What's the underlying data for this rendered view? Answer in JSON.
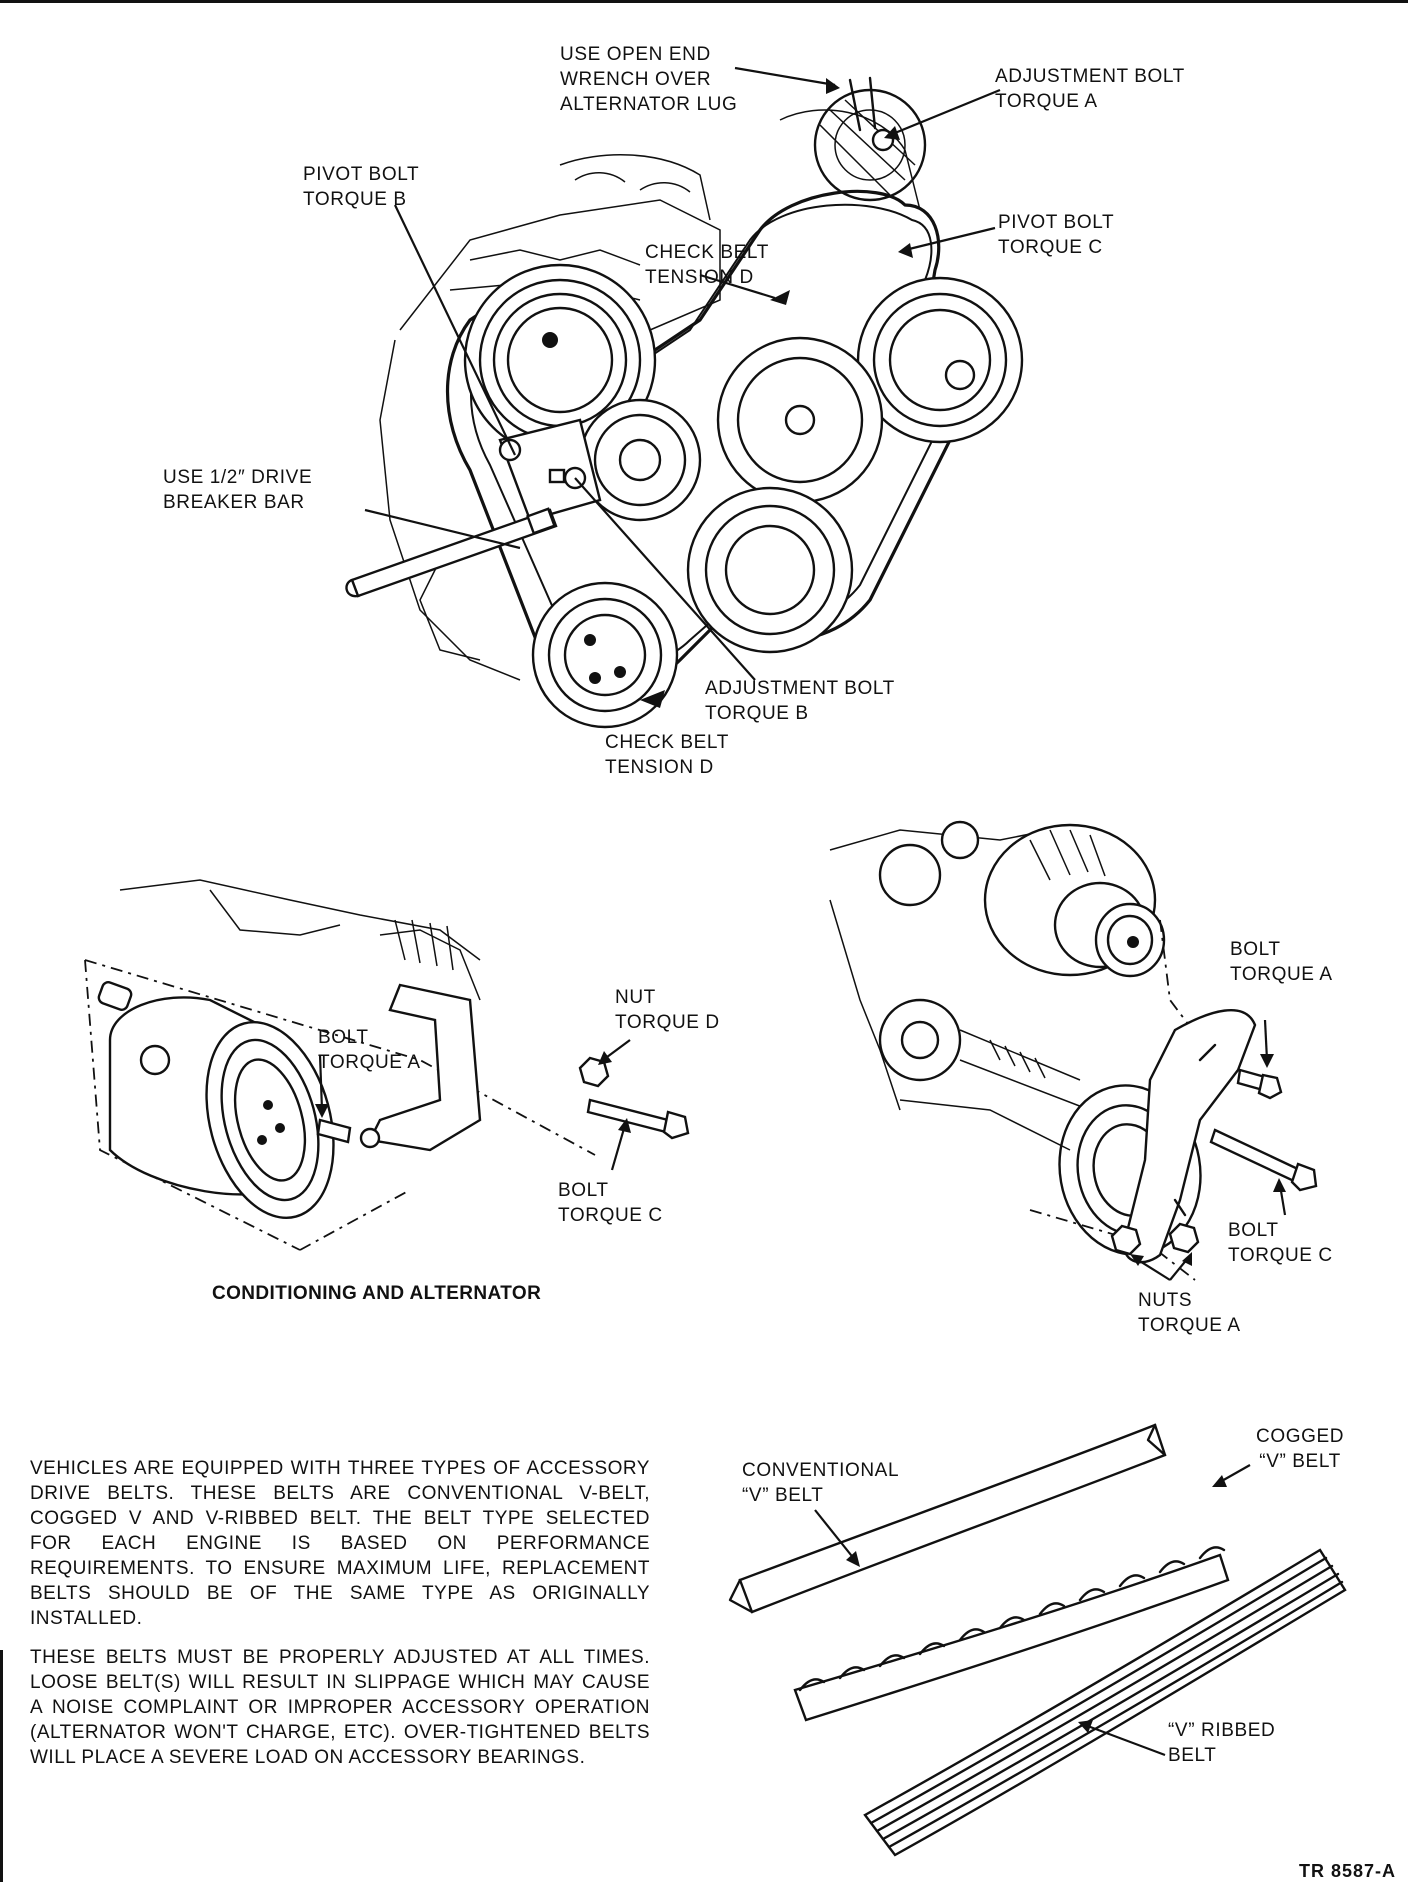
{
  "main_figure": {
    "labels": {
      "open_end_wrench": [
        "USE OPEN END",
        "WRENCH OVER",
        "ALTERNATOR LUG"
      ],
      "adjustment_bolt_a": [
        "ADJUSTMENT BOLT",
        "TORQUE A"
      ],
      "pivot_bolt_b": [
        "PIVOT BOLT",
        "TORQUE  B"
      ],
      "pivot_bolt_c": [
        "PIVOT BOLT",
        "TORQUE C"
      ],
      "check_belt_tension_upper": [
        "CHECK BELT",
        "TENSION D"
      ],
      "breaker_bar": [
        "USE 1/2″ DRIVE",
        "BREAKER BAR"
      ],
      "adjustment_bolt_b": [
        "ADJUSTMENT BOLT",
        "TORQUE B"
      ],
      "check_belt_tension_lower": [
        "CHECK BELT",
        "TENSION D"
      ]
    }
  },
  "ac_figure": {
    "labels": {
      "nut_d": [
        "NUT",
        "TORQUE D"
      ],
      "bolt_a": [
        "BOLT",
        "TORQUE A"
      ],
      "bolt_c": [
        "BOLT",
        "TORQUE C"
      ]
    },
    "caption": "CONDITIONING AND ALTERNATOR"
  },
  "alt_figure": {
    "labels": {
      "bolt_a": [
        "BOLT",
        "TORQUE A"
      ],
      "bolt_c": [
        "BOLT",
        "TORQUE C"
      ],
      "nuts_a": [
        "NUTS",
        "TORQUE A"
      ]
    }
  },
  "belts_figure": {
    "labels": {
      "conventional": [
        "CONVENTIONAL",
        "“V” BELT"
      ],
      "cogged": [
        "COGGED",
        "“V” BELT"
      ],
      "ribbed": [
        "“V” RIBBED",
        "BELT"
      ]
    }
  },
  "body_text": {
    "paragraph_1": "VEHICLES ARE EQUIPPED WITH THREE TYPES OF ACCESSORY DRIVE BELTS. THESE BELTS ARE CONVENTIONAL V-BELT, COGGED V AND V-RIBBED BELT. THE BELT TYPE SELECTED FOR EACH ENGINE IS BASED ON PERFORMANCE REQUIREMENTS. TO ENSURE MAXIMUM LIFE, REPLACEMENT BELTS SHOULD BE OF THE SAME TYPE AS ORIGINALLY INSTALLED.",
    "paragraph_2": "THESE BELTS MUST BE PROPERLY ADJUSTED AT ALL TIMES. LOOSE BELT(S) WILL RESULT IN SLIPPAGE WHICH MAY CAUSE A NOISE COMPLAINT OR IMPROPER ACCESSORY OPERATION (ALTERNATOR WON'T CHARGE, ETC). OVER-TIGHTENED BELTS WILL PLACE A SEVERE LOAD ON ACCESSORY BEARINGS."
  },
  "figure_id": "TR 8587-A"
}
